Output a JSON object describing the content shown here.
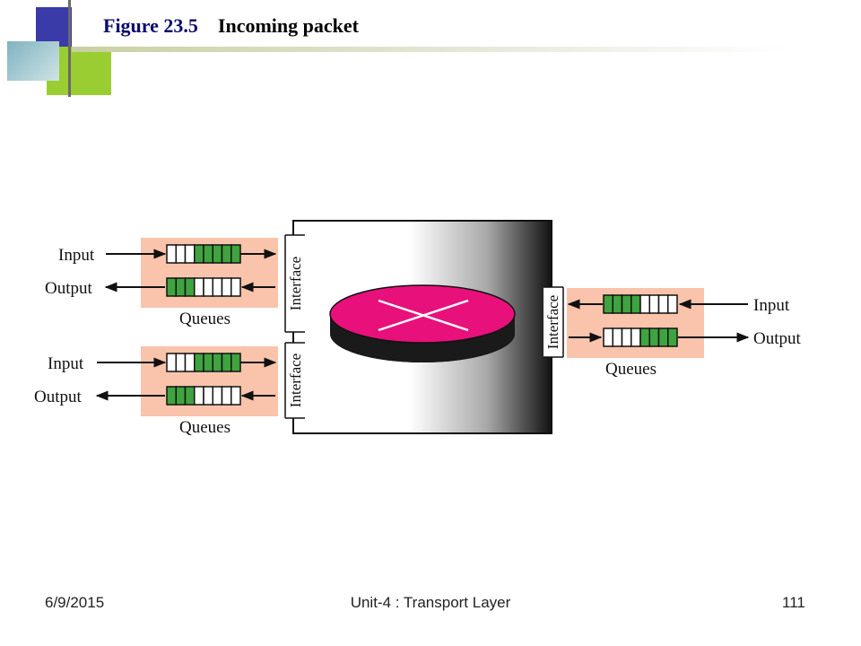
{
  "header": {
    "figure_number": "Figure 23.5",
    "figure_title": "Incoming packet"
  },
  "diagram": {
    "left_upper": {
      "input_label": "Input",
      "output_label": "Output",
      "queues_label": "Queues",
      "interface_label": "Interface"
    },
    "left_lower": {
      "input_label": "Input",
      "output_label": "Output",
      "queues_label": "Queues",
      "interface_label": "Interface"
    },
    "right": {
      "input_label": "Input",
      "output_label": "Output",
      "queues_label": "Queues",
      "interface_label": "Interface"
    }
  },
  "colors": {
    "queue_panel": "#f9c4ab",
    "filled_cell": "#3fa33f",
    "router_top": "#e8107a",
    "router_side": "#1a1a1a",
    "decor_blue": "#3a3aa8",
    "decor_green": "#99cc22"
  },
  "footer": {
    "date": "6/9/2015",
    "course": "Unit-4 : Transport Layer",
    "page": "111"
  }
}
